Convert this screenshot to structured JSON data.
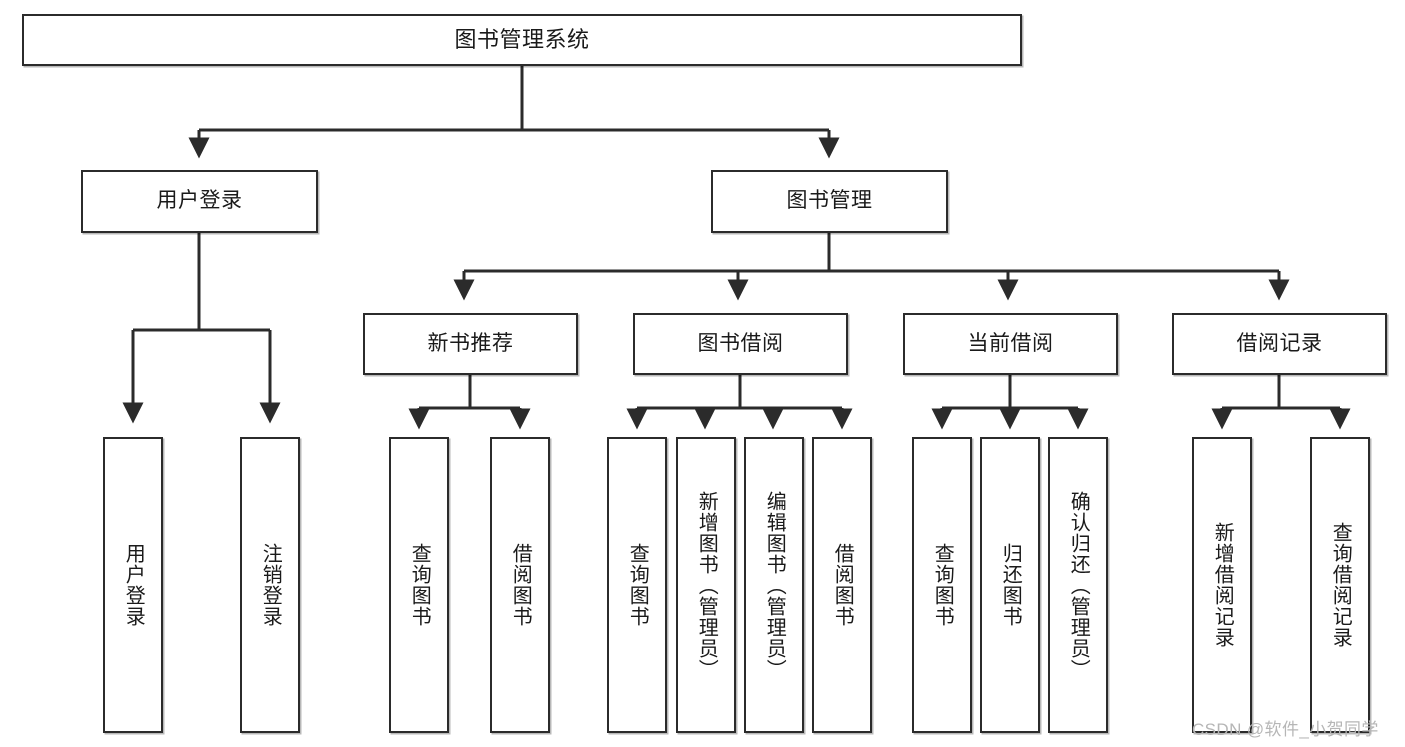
{
  "diagram": {
    "title": "图书管理系统",
    "type": "tree",
    "watermark": "CSDN @软件_小贺同学",
    "colors": {
      "box_border": "#2b2b2b",
      "box_fill": "#ffffff",
      "line": "#2b2b2b",
      "text": "#1a1a1a",
      "watermark": "#b6b6b6"
    },
    "levels": {
      "root": {
        "label": "图书管理系统"
      },
      "level2": [
        {
          "label": "用户登录"
        },
        {
          "label": "图书管理"
        }
      ],
      "level3": [
        {
          "label": "新书推荐"
        },
        {
          "label": "图书借阅"
        },
        {
          "label": "当前借阅"
        },
        {
          "label": "借阅记录"
        }
      ],
      "leaves": {
        "user_login": [
          {
            "label": "用户登录"
          },
          {
            "label": "注销登录"
          }
        ],
        "new_book_recommend": [
          {
            "label": "查询图书"
          },
          {
            "label": "借阅图书"
          }
        ],
        "book_borrow": [
          {
            "label": "查询图书"
          },
          {
            "label": "新增图书（管理员）"
          },
          {
            "label": "编辑图书（管理员）"
          },
          {
            "label": "借阅图书"
          }
        ],
        "current_borrow": [
          {
            "label": "查询图书"
          },
          {
            "label": "归还图书"
          },
          {
            "label": "确认归还（管理员）"
          }
        ],
        "borrow_record": [
          {
            "label": "新增借阅记录"
          },
          {
            "label": "查询借阅记录"
          }
        ]
      }
    }
  }
}
